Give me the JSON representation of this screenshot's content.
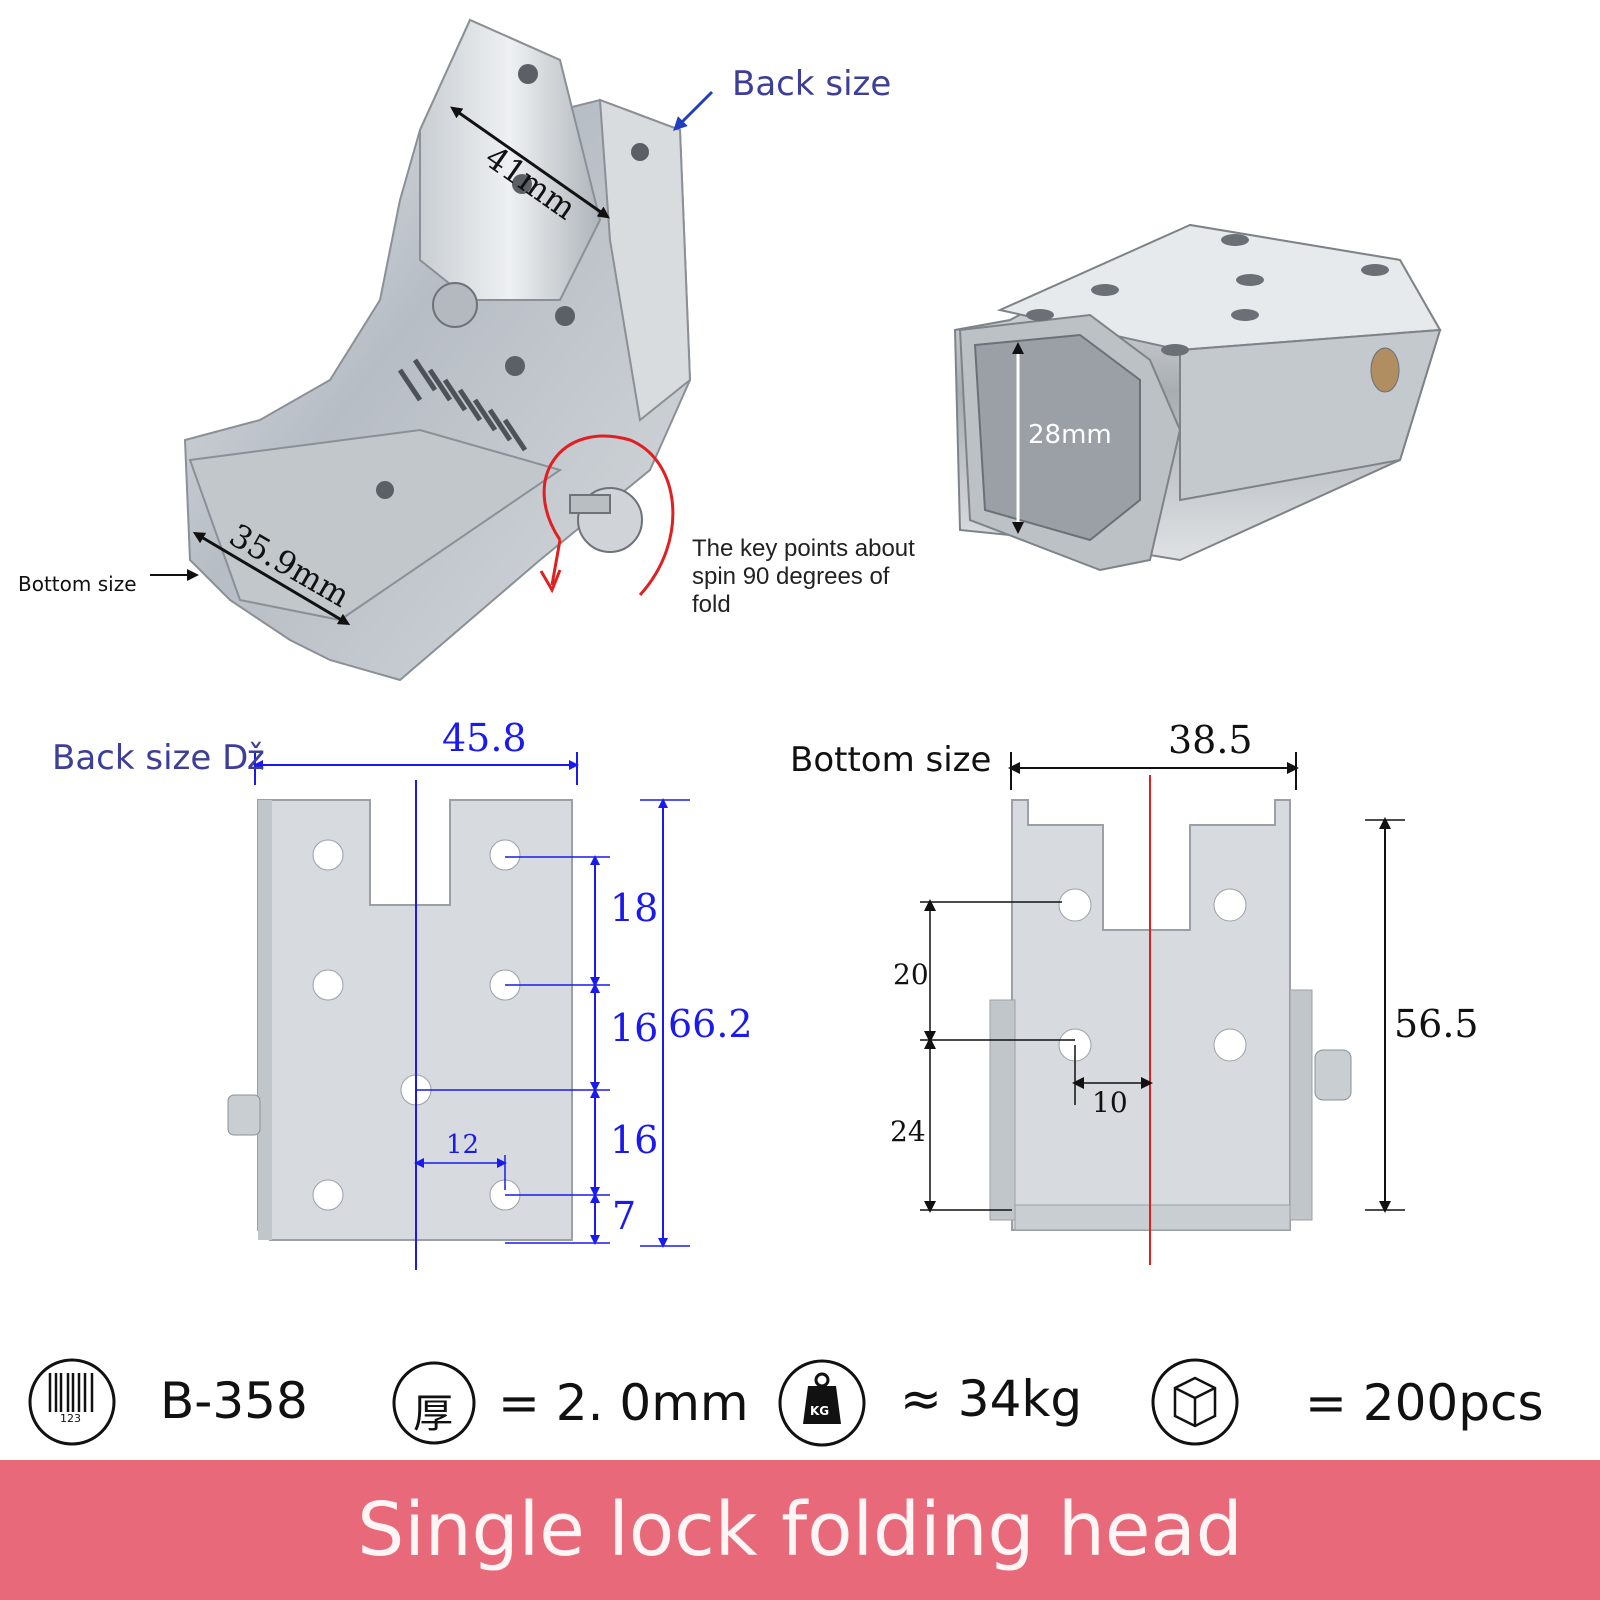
{
  "top_left": {
    "back_size_label": "Back size",
    "width_dim": "41mm",
    "bottom_dim": "35.9mm",
    "bottom_size_label": "Bottom size",
    "key_note": [
      "The key points about",
      "spin 90 degrees of",
      "fold"
    ]
  },
  "top_right": {
    "height_dim": "28mm"
  },
  "back_drawing": {
    "label": "Back size",
    "width": "45.8",
    "height": "66.2",
    "gaps": [
      "18",
      "16",
      "16",
      "7"
    ],
    "offset": "12"
  },
  "bottom_drawing": {
    "label": "Bottom size",
    "width": "38.5",
    "height": "56.5",
    "gaps": [
      "20",
      "24"
    ],
    "offset": "10"
  },
  "specs": {
    "model": "B-358",
    "thickness_glyph": "厚",
    "thickness": "= 2. 0mm",
    "weight_icon_text": "KG",
    "load": "≈  34kg",
    "quantity": "=  200pcs",
    "barcode_digits": "123"
  },
  "banner": {
    "title": "Single lock folding head"
  },
  "colors": {
    "dimension_blue": "#1a1aee",
    "label_blue": "#3d3d9a",
    "centerline_red": "#e02020",
    "banner_pink": "#e8697a"
  }
}
